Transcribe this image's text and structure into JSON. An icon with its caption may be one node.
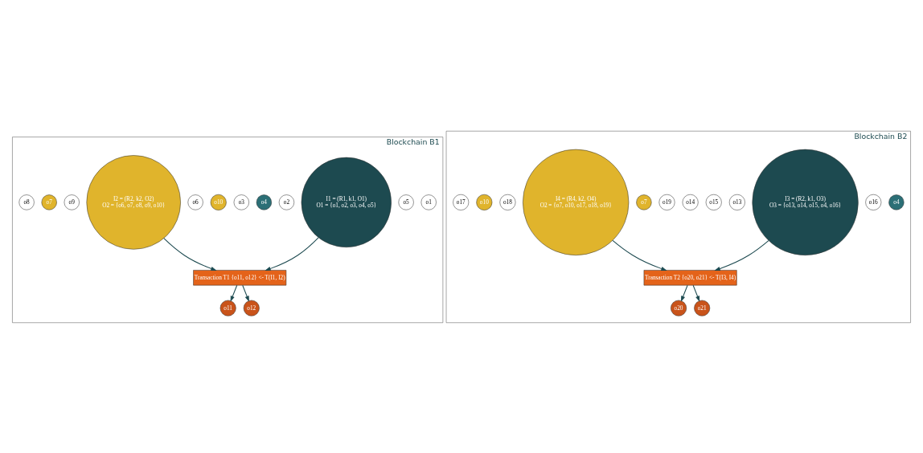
{
  "diagram": {
    "nodes": [
      {
        "text": [
          "Blockchain B1"
        ]
      },
      {
        "text": [
          "o1"
        ],
        "in": 0
      },
      {
        "text": [
          "o5"
        ],
        "in": 0
      },
      {
        "text": [
          "I1 = (R1, k1, O1)",
          "O1 = {o1, o2, o3, o4, o5}"
        ],
        "in": 0
      },
      {
        "text": [
          "o2"
        ],
        "in": 0
      },
      {
        "text": [
          "o4"
        ],
        "in": 0
      },
      {
        "text": [
          "o3"
        ],
        "in": 0
      },
      {
        "text": [
          "Transaction T1 {o11, o12} <- T(I1, I2)"
        ],
        "in": 0
      },
      {
        "text": [
          "o11"
        ],
        "in": 0
      },
      {
        "text": [
          "o12"
        ],
        "in": 0
      },
      {
        "text": [
          "o10"
        ],
        "in": 0
      },
      {
        "text": [
          "o6"
        ],
        "in": 0
      },
      {
        "text": [
          "I2 = (R2, k2, O2)",
          "O2 = {o6, o7, o8, o9, o10}"
        ],
        "in": 0
      },
      {
        "text": [
          "o9"
        ],
        "in": 0
      },
      {
        "text": [
          "o7"
        ],
        "in": 0
      },
      {
        "text": [
          "o8"
        ],
        "in": 0
      },
      {
        "text": [
          "Blockchain B2"
        ]
      },
      {
        "text": [
          "o4"
        ],
        "in": 16
      },
      {
        "text": [
          "o16"
        ],
        "in": 16
      },
      {
        "text": [
          "I3 = (R2, k1, O3)",
          "O3 = {o13, o14, o15, o4, o16}"
        ],
        "in": 16
      },
      {
        "text": [
          "o13"
        ],
        "in": 16
      },
      {
        "text": [
          "o15"
        ],
        "in": 16
      },
      {
        "text": [
          "o14"
        ],
        "in": 16
      },
      {
        "text": [
          "Transaction T2 {o20, o21} <- T(I3, I4)"
        ],
        "in": 16
      },
      {
        "text": [
          "o20"
        ],
        "in": 16
      },
      {
        "text": [
          "o21"
        ],
        "in": 16
      },
      {
        "text": [
          "o19"
        ],
        "in": 16
      },
      {
        "text": [
          "o7"
        ],
        "in": 16
      },
      {
        "text": [
          "I4 = (R4, k2, O4)",
          "O2 = {o7, o10, o17, o18, o19}"
        ],
        "in": 16
      },
      {
        "text": [
          "o18"
        ],
        "in": 16
      },
      {
        "text": [
          "o10"
        ],
        "in": 16
      },
      {
        "text": [
          "o17"
        ],
        "in": 16
      }
    ],
    "edges": [
      {
        "from": 3,
        "to": 7,
        "arrow": "to"
      },
      {
        "from": 12,
        "to": 7,
        "arrow": "to"
      },
      {
        "from": 7,
        "to": 8,
        "arrow": "to"
      },
      {
        "from": 7,
        "to": 9,
        "arrow": "to"
      },
      {
        "from": 19,
        "to": 23,
        "arrow": "to"
      },
      {
        "from": 28,
        "to": 23,
        "arrow": "to"
      },
      {
        "from": 23,
        "to": 24,
        "arrow": "to"
      },
      {
        "from": 23,
        "to": 25,
        "arrow": "to"
      }
    ]
  }
}
